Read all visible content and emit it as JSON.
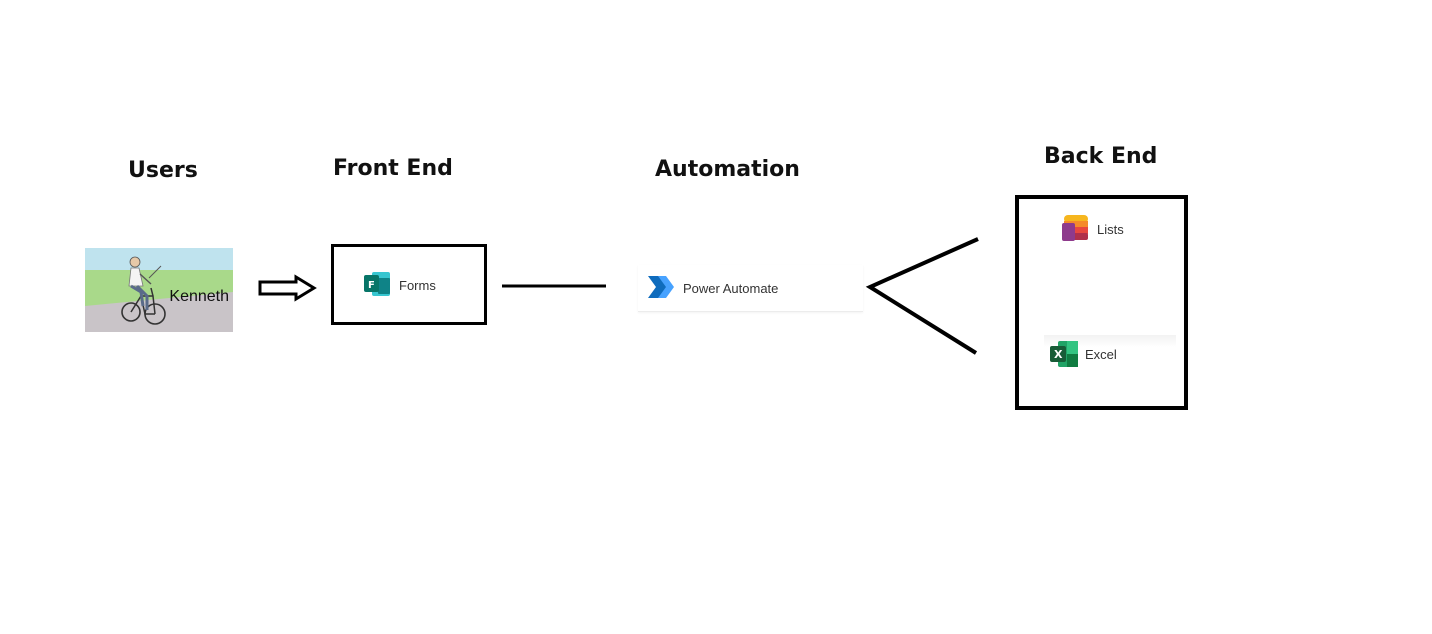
{
  "sections": {
    "users": "Users",
    "front_end": "Front End",
    "automation": "Automation",
    "back_end": "Back End"
  },
  "user": {
    "name": "Kenneth"
  },
  "apps": {
    "forms": {
      "label": "Forms",
      "icon": "forms-icon",
      "color": "#047C7C"
    },
    "power_automate": {
      "label": "Power Automate",
      "icon": "power-automate-icon",
      "color": "#0F6CBD"
    },
    "lists": {
      "label": "Lists",
      "icon": "lists-icon",
      "color": "#E8473F"
    },
    "excel": {
      "label": "Excel",
      "icon": "excel-icon",
      "color": "#107C41"
    }
  }
}
